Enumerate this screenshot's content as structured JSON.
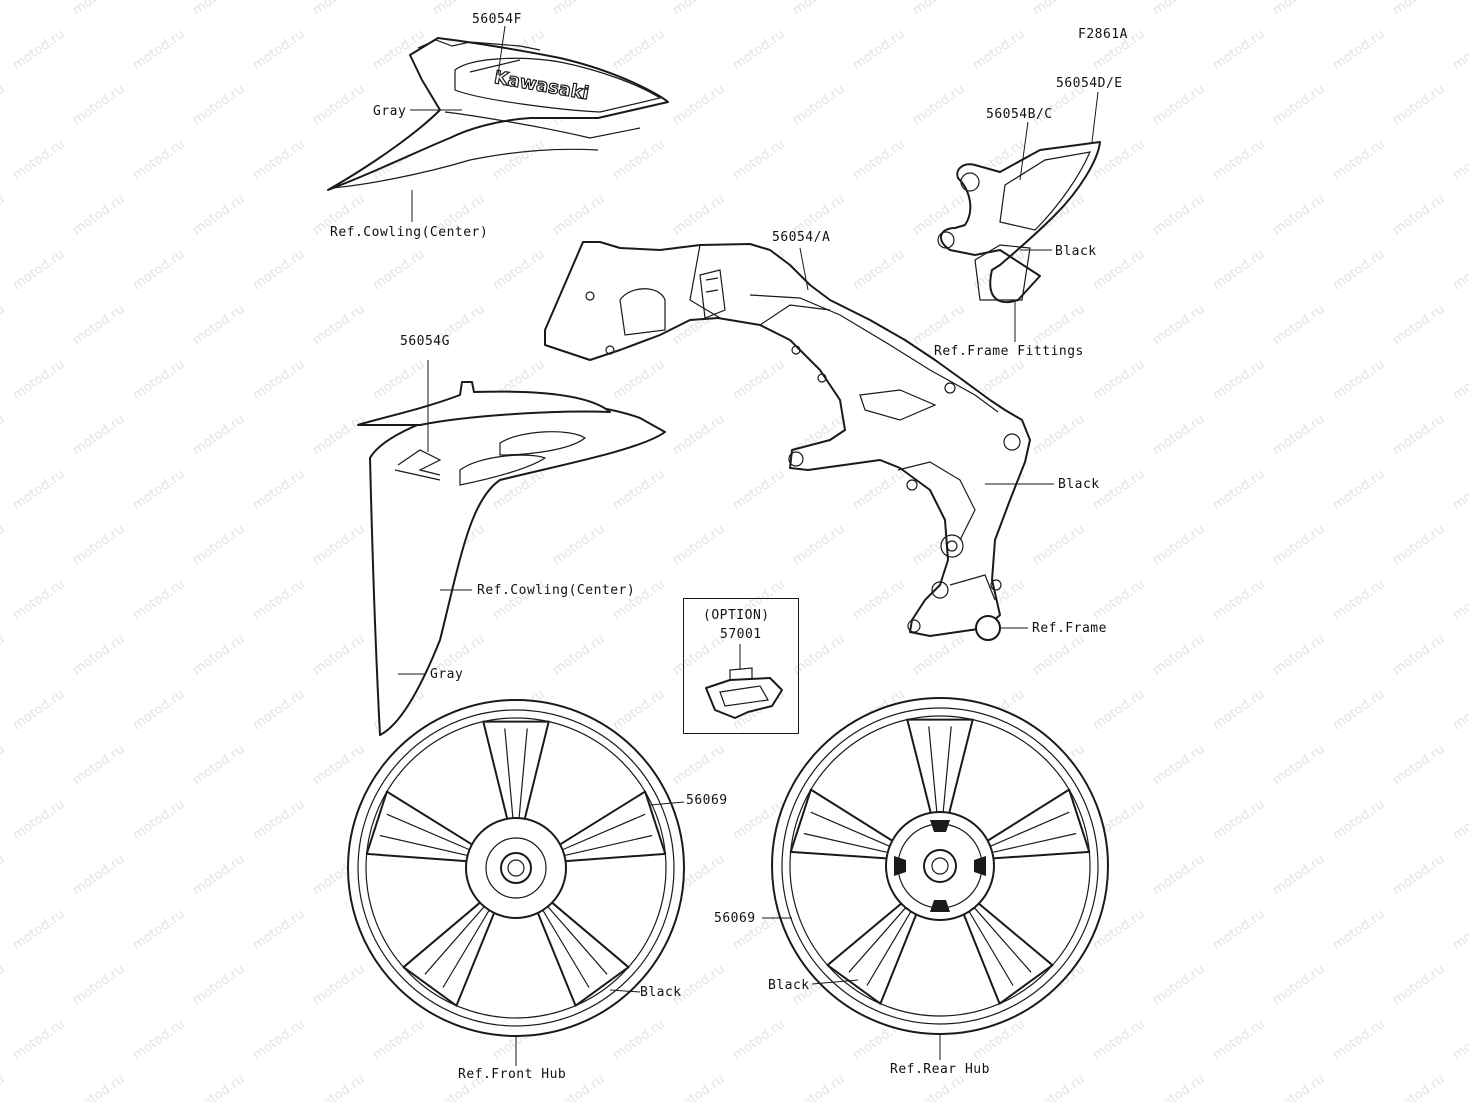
{
  "figure_code": "F2861A",
  "brand_mark": "Kawasaki",
  "watermark": "motod.ru",
  "parts": {
    "side_cowl_decal": "56054F",
    "side_cowl_color": "Gray",
    "side_cowl_ref": "Ref.Cowling(Center)",
    "frame_fitting_decal_a": "56054D/E",
    "frame_fitting_decal_b": "56054B/C",
    "frame_fitting_color": "Black",
    "frame_fitting_ref": "Ref.Frame Fittings",
    "frame_decal": "56054/A",
    "frame_color": "Black",
    "frame_ref": "Ref.Frame",
    "front_cowl_decal": "56054G",
    "front_cowl_ref": "Ref.Cowling(Center)",
    "front_cowl_color": "Gray",
    "option_title": "(OPTION)",
    "option_part": "57001",
    "front_wheel_decal": "56069",
    "front_wheel_color": "Black",
    "front_wheel_ref": "Ref.Front Hub",
    "rear_wheel_decal": "56069",
    "rear_wheel_color": "Black",
    "rear_wheel_ref": "Ref.Rear Hub"
  },
  "colors": {
    "line": "#1a1a1a",
    "watermark": "#e3e3e3",
    "background": "#ffffff"
  }
}
